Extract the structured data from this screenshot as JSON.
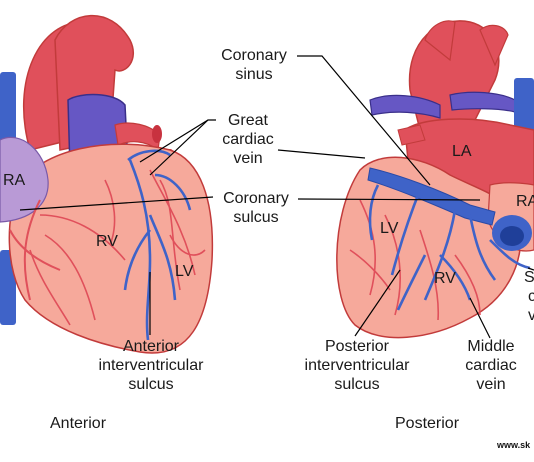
{
  "labels": {
    "coronary_sinus": [
      "Coronary",
      "sinus"
    ],
    "great_cardiac_vein": [
      "Great",
      "cardiac",
      "vein"
    ],
    "coronary_sulcus": [
      "Coronary",
      "sulcus"
    ],
    "anterior_interventricular_sulcus": [
      "Anterior",
      "interventricular",
      "sulcus"
    ],
    "posterior_interventricular_sulcus": [
      "Posterior",
      "interventricular",
      "sulcus"
    ],
    "middle_cardiac_vein": [
      "Middle",
      "cardiac",
      "vein"
    ],
    "small_cardiac_vein_cropped": [
      "S",
      "c",
      "v"
    ]
  },
  "chambers": {
    "anterior": {
      "ra": "RA",
      "rv": "RV",
      "lv": "LV"
    },
    "posterior": {
      "la": "LA",
      "ra": "RA",
      "lv": "LV",
      "rv": "RV"
    }
  },
  "views": {
    "anterior": "Anterior",
    "posterior": "Posterior"
  },
  "watermark": "www.sk",
  "colors": {
    "heart_fill": "#f6a99b",
    "heart_stroke": "#c23b3b",
    "artery": "#e0505b",
    "vein": "#3f63c8",
    "vessel_dark": "#6b4fb8",
    "atrium": "#b99ad6",
    "leader": "#000000"
  }
}
